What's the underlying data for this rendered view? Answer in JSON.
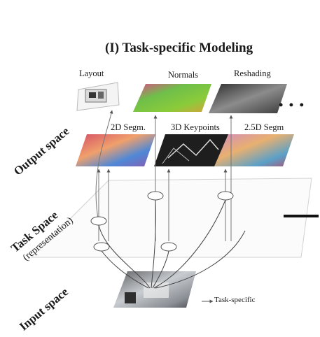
{
  "title": "(I) Task-specific Modeling",
  "spaces": {
    "output": "Output space",
    "task": "Task Space",
    "task_sub": "(representation)",
    "input": "Input space"
  },
  "tasks_top": [
    "Layout",
    "Normals",
    "Reshading"
  ],
  "tasks_mid": [
    "2D Segm.",
    "3D Keypoints",
    "2.5D Segm"
  ],
  "ellipsis": "• • •",
  "legend": {
    "label": "Task-specific"
  },
  "colors": {
    "normals": "#6fbf4a",
    "seg_a": "#c03a55",
    "seg_b": "#3a7bd5",
    "keypoints": "#222222",
    "reshade": "#555555",
    "input": "#8a8f95",
    "plane": "#d8d8d8",
    "arrow": "#111111"
  }
}
